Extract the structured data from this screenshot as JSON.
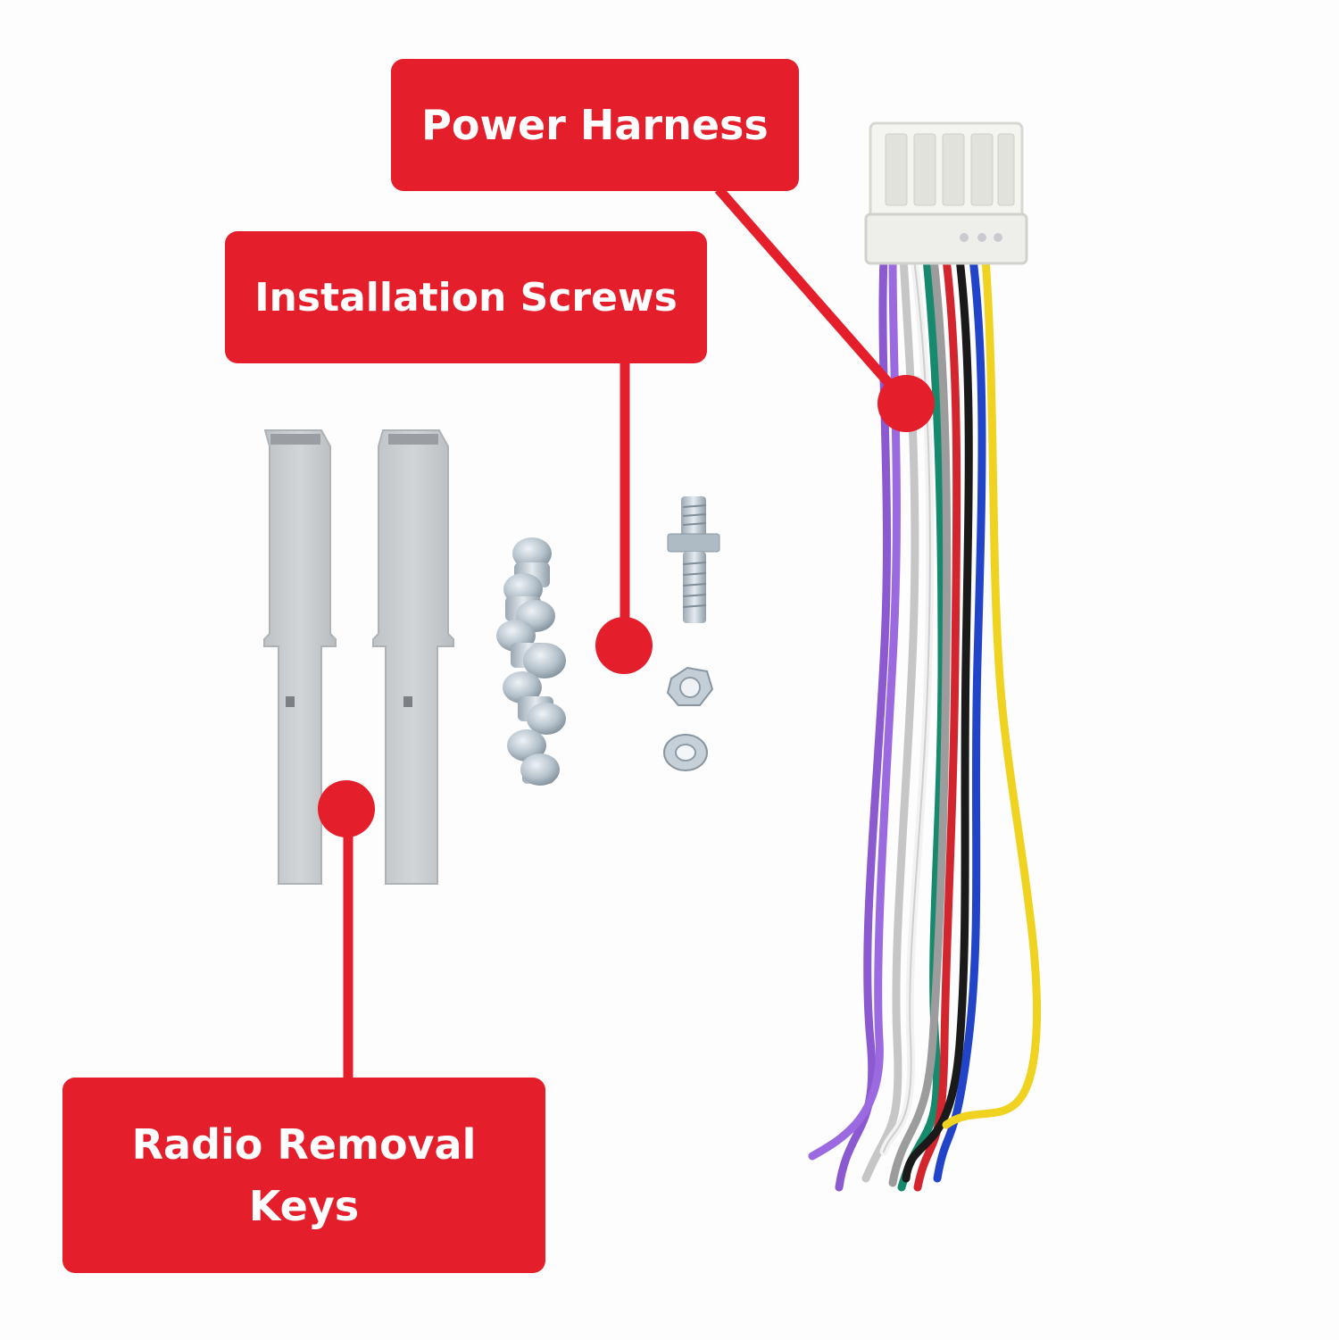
{
  "callouts": {
    "power_harness": "Power Harness",
    "installation_screws": "Installation Screws",
    "radio_removal_keys_line1": "Radio Removal",
    "radio_removal_keys_line2": "Keys"
  },
  "colors": {
    "accent_red": "#e41e2b",
    "background": "#fdfdfd",
    "key_gray": "#c9ccce",
    "screw_silver": "#b7c3cc"
  },
  "icons": [
    "wire-harness-connector",
    "removal-key",
    "screw",
    "bolt",
    "hex-nut",
    "washer"
  ]
}
